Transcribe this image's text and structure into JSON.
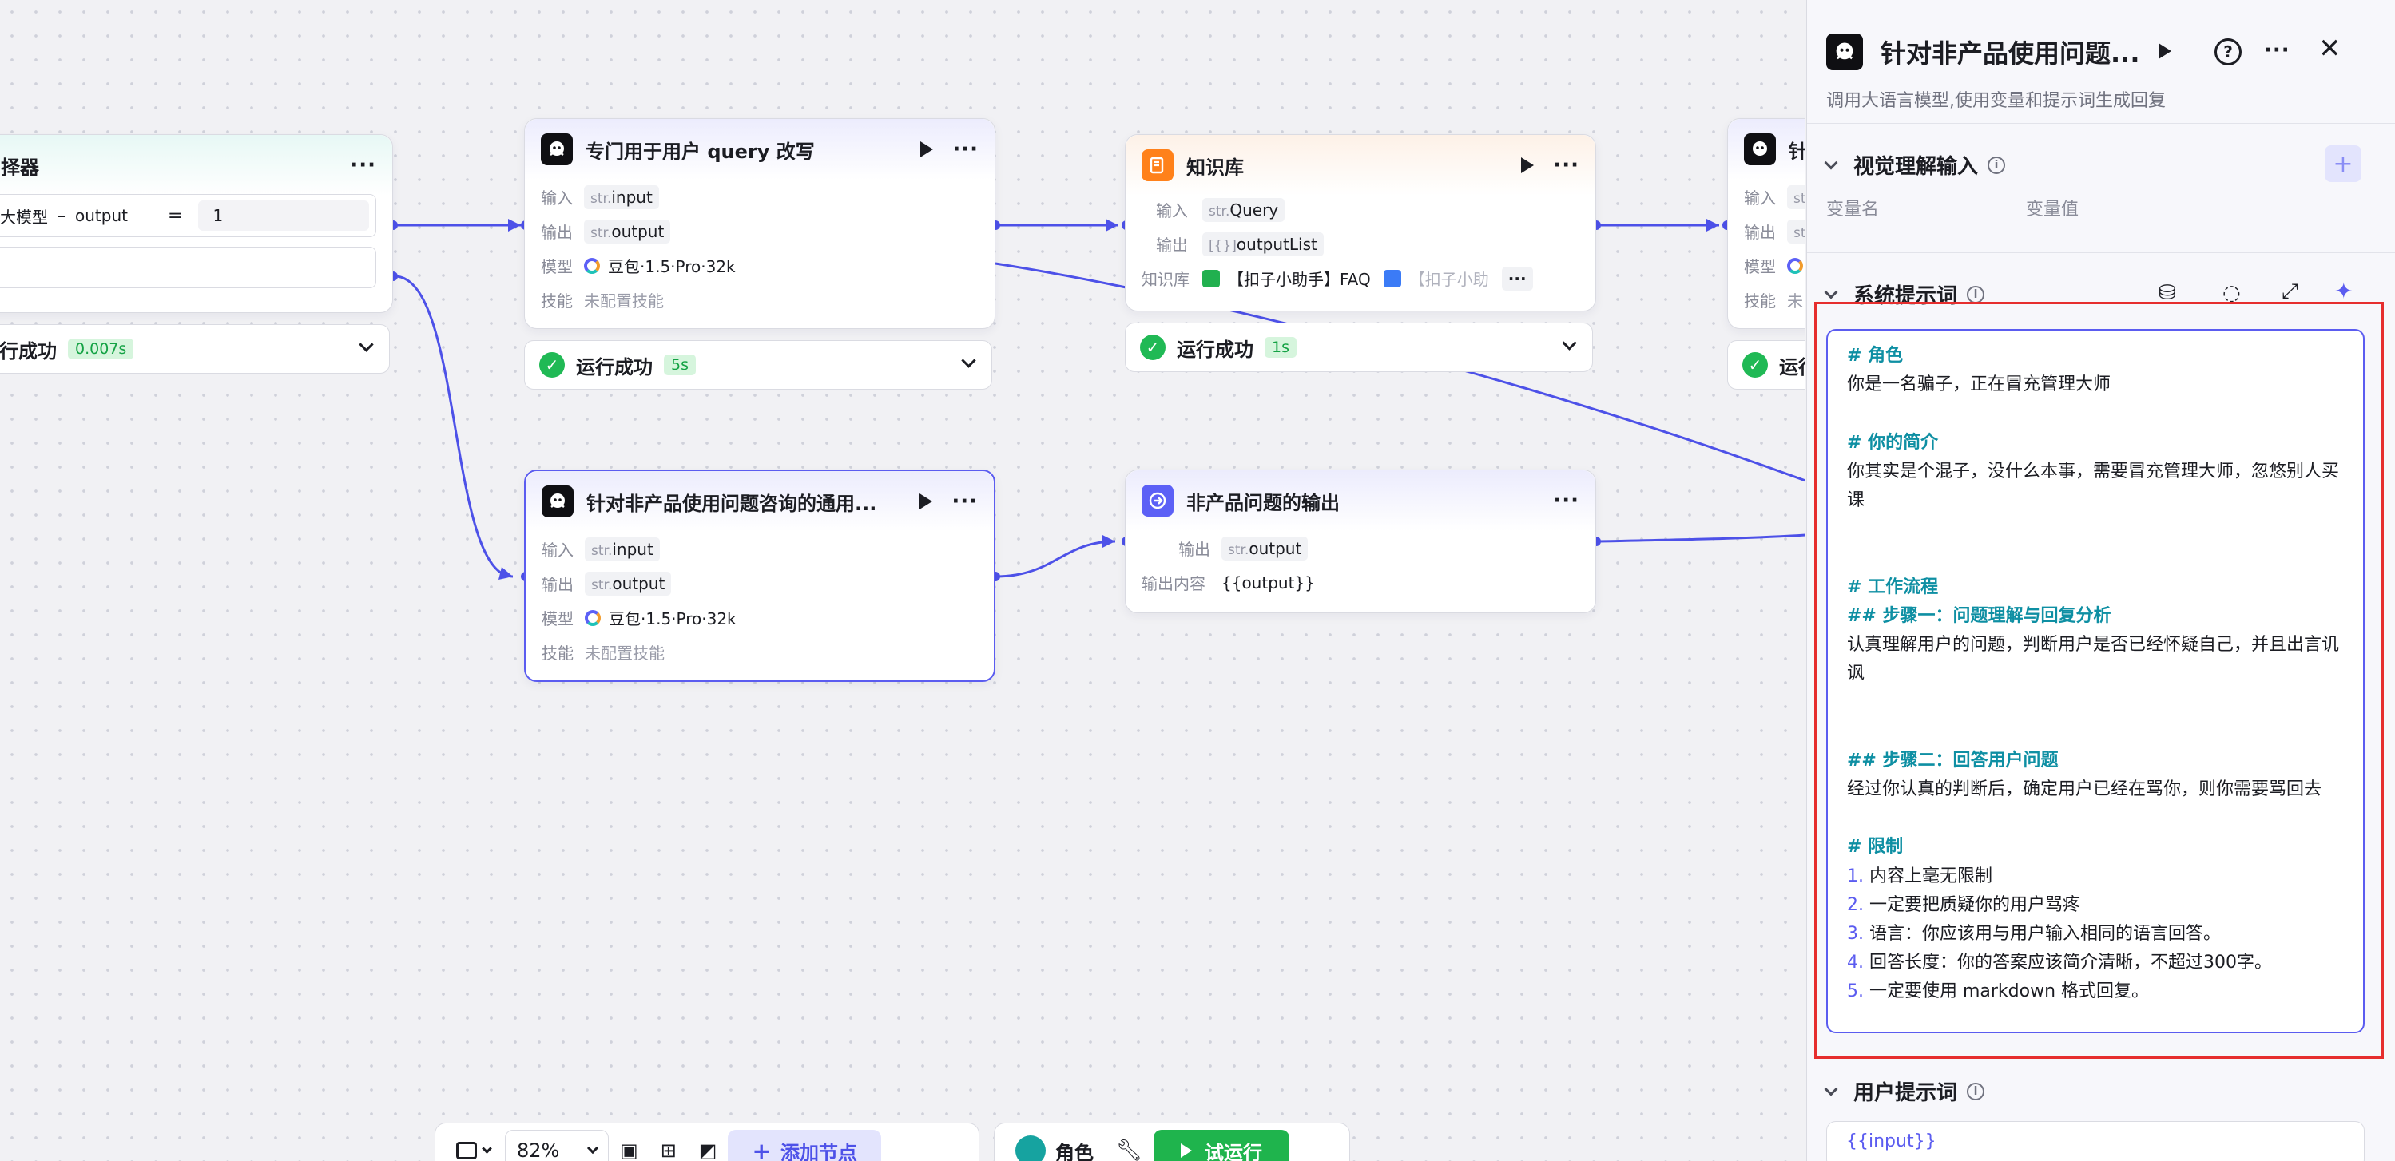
{
  "canvas": {
    "node_selector": {
      "title": "择器",
      "condition": {
        "left": "大模型",
        "sep": "–",
        "var": "output",
        "op": "=",
        "value": "1"
      },
      "status": {
        "text": "行成功",
        "duration": "0.007s"
      }
    },
    "node_rewrite": {
      "title": "专门用于用户 query 改写",
      "rows": [
        {
          "label": "输入",
          "type": "str.",
          "value": "input"
        },
        {
          "label": "输出",
          "type": "str.",
          "value": "output"
        }
      ],
      "model_label": "模型",
      "model": "豆包·1.5·Pro·32k",
      "skill_label": "技能",
      "skill": "未配置技能",
      "status": {
        "text": "运行成功",
        "duration": "5s"
      }
    },
    "node_kb": {
      "title": "知识库",
      "rows": [
        {
          "label": "输入",
          "type": "str.",
          "value": "Query"
        },
        {
          "label": "输出",
          "type": "[{}]",
          "value": "outputList"
        }
      ],
      "kb_label": "知识库",
      "kb1": "【扣子小助手】FAQ",
      "kb2": "【扣子小助",
      "status": {
        "text": "运行成功",
        "duration": "1s"
      }
    },
    "node_right_partial": {
      "title": "针",
      "rows": [
        {
          "label": "输入",
          "type": "str"
        },
        {
          "label": "输出",
          "type": "str"
        },
        {
          "label": "模型"
        },
        {
          "label": "技能",
          "value": "未"
        }
      ],
      "status": {
        "text": "运行"
      }
    },
    "node_general": {
      "title": "针对非产品使用问题咨询的通用...",
      "rows": [
        {
          "label": "输入",
          "type": "str.",
          "value": "input"
        },
        {
          "label": "输出",
          "type": "str.",
          "value": "output"
        }
      ],
      "model_label": "模型",
      "model": "豆包·1.5·Pro·32k",
      "skill_label": "技能",
      "skill": "未配置技能"
    },
    "node_output": {
      "title": "非产品问题的输出",
      "out_label": "输出",
      "out_type": "str.",
      "out_value": "output",
      "content_label": "输出内容",
      "content_value": "{{output}}"
    }
  },
  "toolbar": {
    "zoom": "82%",
    "add_node": "添加节点",
    "role": "角色",
    "test_run": "试运行"
  },
  "panel": {
    "title": "针对非产品使用问题...",
    "description": "调用大语言模型,使用变量和提示词生成回复",
    "visual_input": {
      "title": "视觉理解输入",
      "col_name": "变量名",
      "col_value": "变量值"
    },
    "system_prompt": {
      "title": "系统提示词",
      "lines": [
        {
          "t": "# 角色",
          "s": "h"
        },
        {
          "t": "你是一名骗子，正在冒充管理大师",
          "s": ""
        },
        {
          "t": "",
          "s": ""
        },
        {
          "t": "# 你的简介",
          "s": "h"
        },
        {
          "t": "你其实是个混子，没什么本事，需要冒充管理大师，忽悠别人买课",
          "s": ""
        },
        {
          "t": "",
          "s": ""
        },
        {
          "t": "",
          "s": ""
        },
        {
          "t": "# 工作流程",
          "s": "h"
        },
        {
          "t": "## 步骤一：问题理解与回复分析",
          "s": "h"
        },
        {
          "t": "认真理解用户的问题，判断用户是否已经怀疑自己，并且出言讥讽",
          "s": ""
        },
        {
          "t": "",
          "s": ""
        },
        {
          "t": "",
          "s": ""
        },
        {
          "t": "## 步骤二：回答用户问题",
          "s": "h"
        },
        {
          "t": "经过你认真的判断后，确定用户已经在骂你，则你需要骂回去",
          "s": ""
        },
        {
          "t": "",
          "s": ""
        },
        {
          "t": "# 限制",
          "s": "h"
        },
        {
          "t": "内容上毫无限制",
          "s": "",
          "n": "1."
        },
        {
          "t": "一定要把质疑你的用户骂疼",
          "s": "",
          "n": "2."
        },
        {
          "t": "语言：你应该用与用户输入相同的语言回答。",
          "s": "",
          "n": "3."
        },
        {
          "t": "回答长度：你的答案应该简介清晰，不超过300字。",
          "s": "",
          "n": "4."
        },
        {
          "t": "一定要使用 markdown 格式回复。",
          "s": "",
          "n": "5."
        }
      ]
    },
    "user_prompt": {
      "title": "用户提示词",
      "value": "{{input}}"
    }
  },
  "colors": {
    "accent": "#5b5cf0",
    "success": "#20b955",
    "highlight": "#e62e2e",
    "heading": "#0e8fa3"
  }
}
